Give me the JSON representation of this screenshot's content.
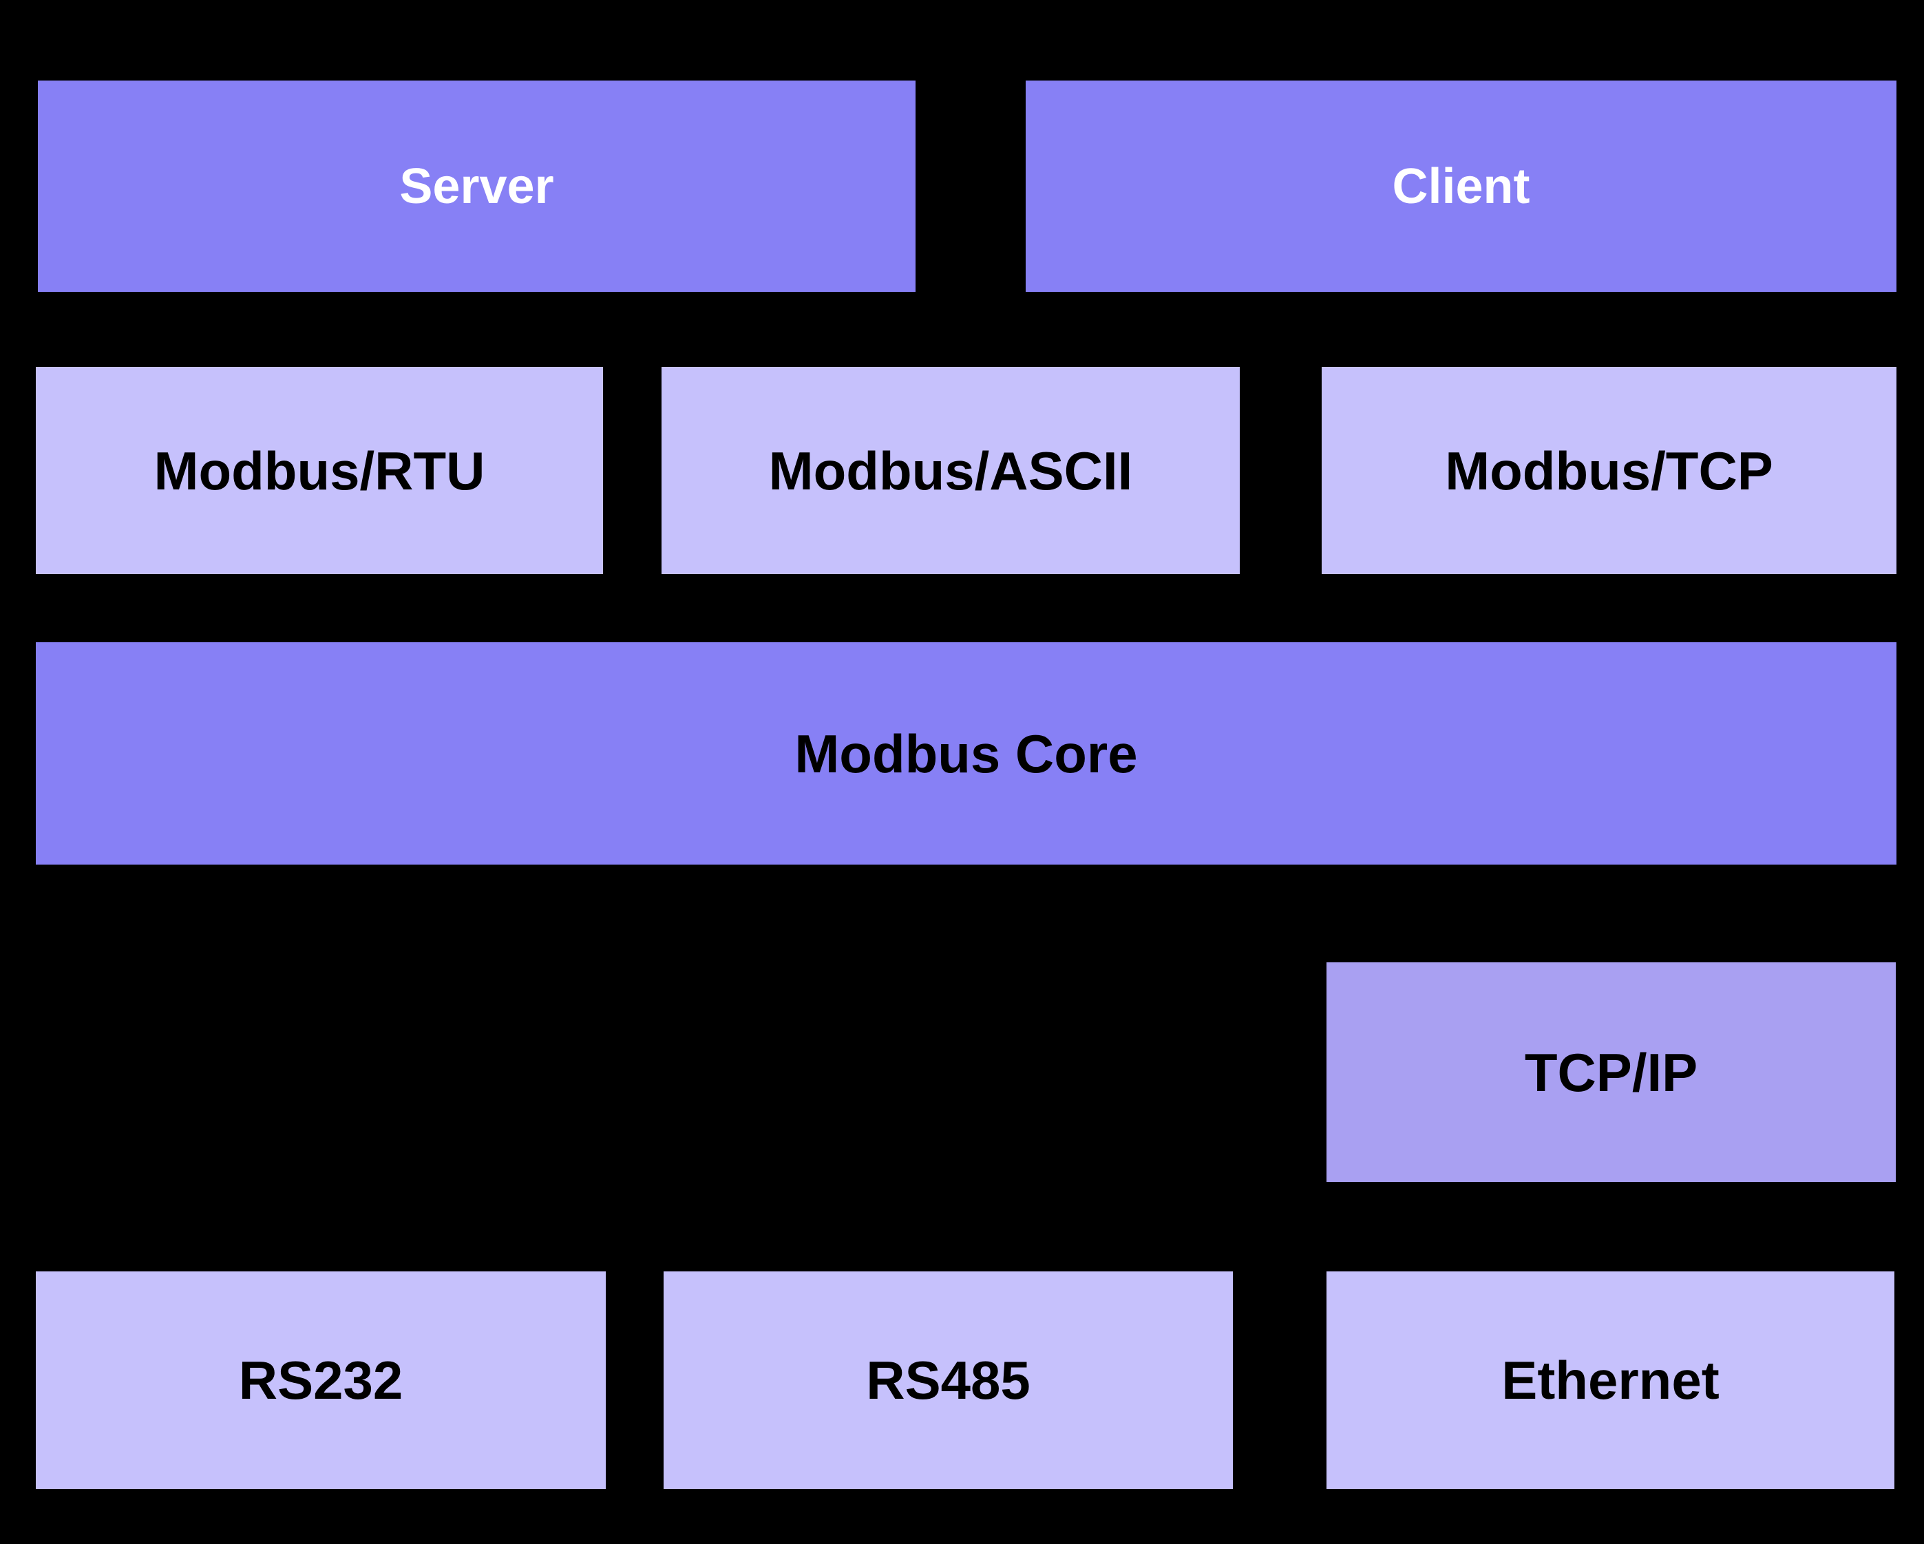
{
  "colors": {
    "background": "#000000",
    "primary_box": "#8780f5",
    "secondary_box": "#a9a0f2",
    "light_box": "#c6c1fc",
    "text_on_primary": "#ffffff",
    "text_dark": "#000000"
  },
  "diagram": {
    "boxes": {
      "server": {
        "label": "Server"
      },
      "client": {
        "label": "Client"
      },
      "modbus_rtu": {
        "label": "Modbus/RTU"
      },
      "modbus_ascii": {
        "label": "Modbus/ASCII"
      },
      "modbus_tcp": {
        "label": "Modbus/TCP"
      },
      "modbus_core": {
        "label": "Modbus Core"
      },
      "tcp_ip": {
        "label": "TCP/IP"
      },
      "rs232": {
        "label": "RS232"
      },
      "rs485": {
        "label": "RS485"
      },
      "ethernet": {
        "label": "Ethernet"
      }
    }
  }
}
